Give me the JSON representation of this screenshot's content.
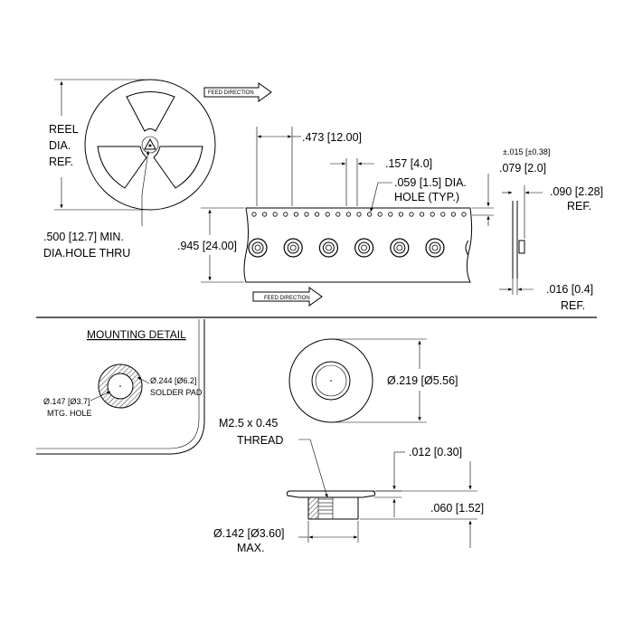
{
  "reel": {
    "dia_label_line1": "REEL",
    "dia_label_line2": "DIA.",
    "dia_label_line3": "REF.",
    "hole_label_line1": ".500 [12.7] MIN.",
    "hole_label_line2": "DIA.HOLE THRU",
    "feed_direction_top": "FEED DIRECTION"
  },
  "tape": {
    "pitch": ".473 [12.00]",
    "sprocket_pitch": ".157 [4.0]",
    "sprocket_hole_line1": ".059 [1.5] DIA.",
    "sprocket_hole_line2": "HOLE (TYP.)",
    "width": ".945 [24.00]",
    "feed_direction_bottom": "FEED DIRECTION",
    "tolerance": "±.015 [±0.38]",
    "edge_offset": ".079 [2.0]",
    "profile_height_line1": ".090 [2.28]",
    "profile_height_line2": "REF.",
    "thickness_line1": ".016 [0.4]",
    "thickness_line2": "REF."
  },
  "mounting": {
    "title": "MOUNTING DETAIL",
    "pad_line1": "Ø.244 [Ø6.2]",
    "pad_line2": "SOLDER PAD",
    "hole_line1": "Ø.147 [Ø3.7]",
    "hole_line2": "MTG. HOLE"
  },
  "part": {
    "flange_dia": "Ø.219 [Ø5.56]",
    "thread_line1": "M2.5 x 0.45",
    "thread_line2": "THREAD",
    "flange_thickness": ".012 [0.30]",
    "height": ".060 [1.52]",
    "body_dia_line1": "Ø.142 [Ø3.60]",
    "body_dia_line2": "MAX."
  }
}
